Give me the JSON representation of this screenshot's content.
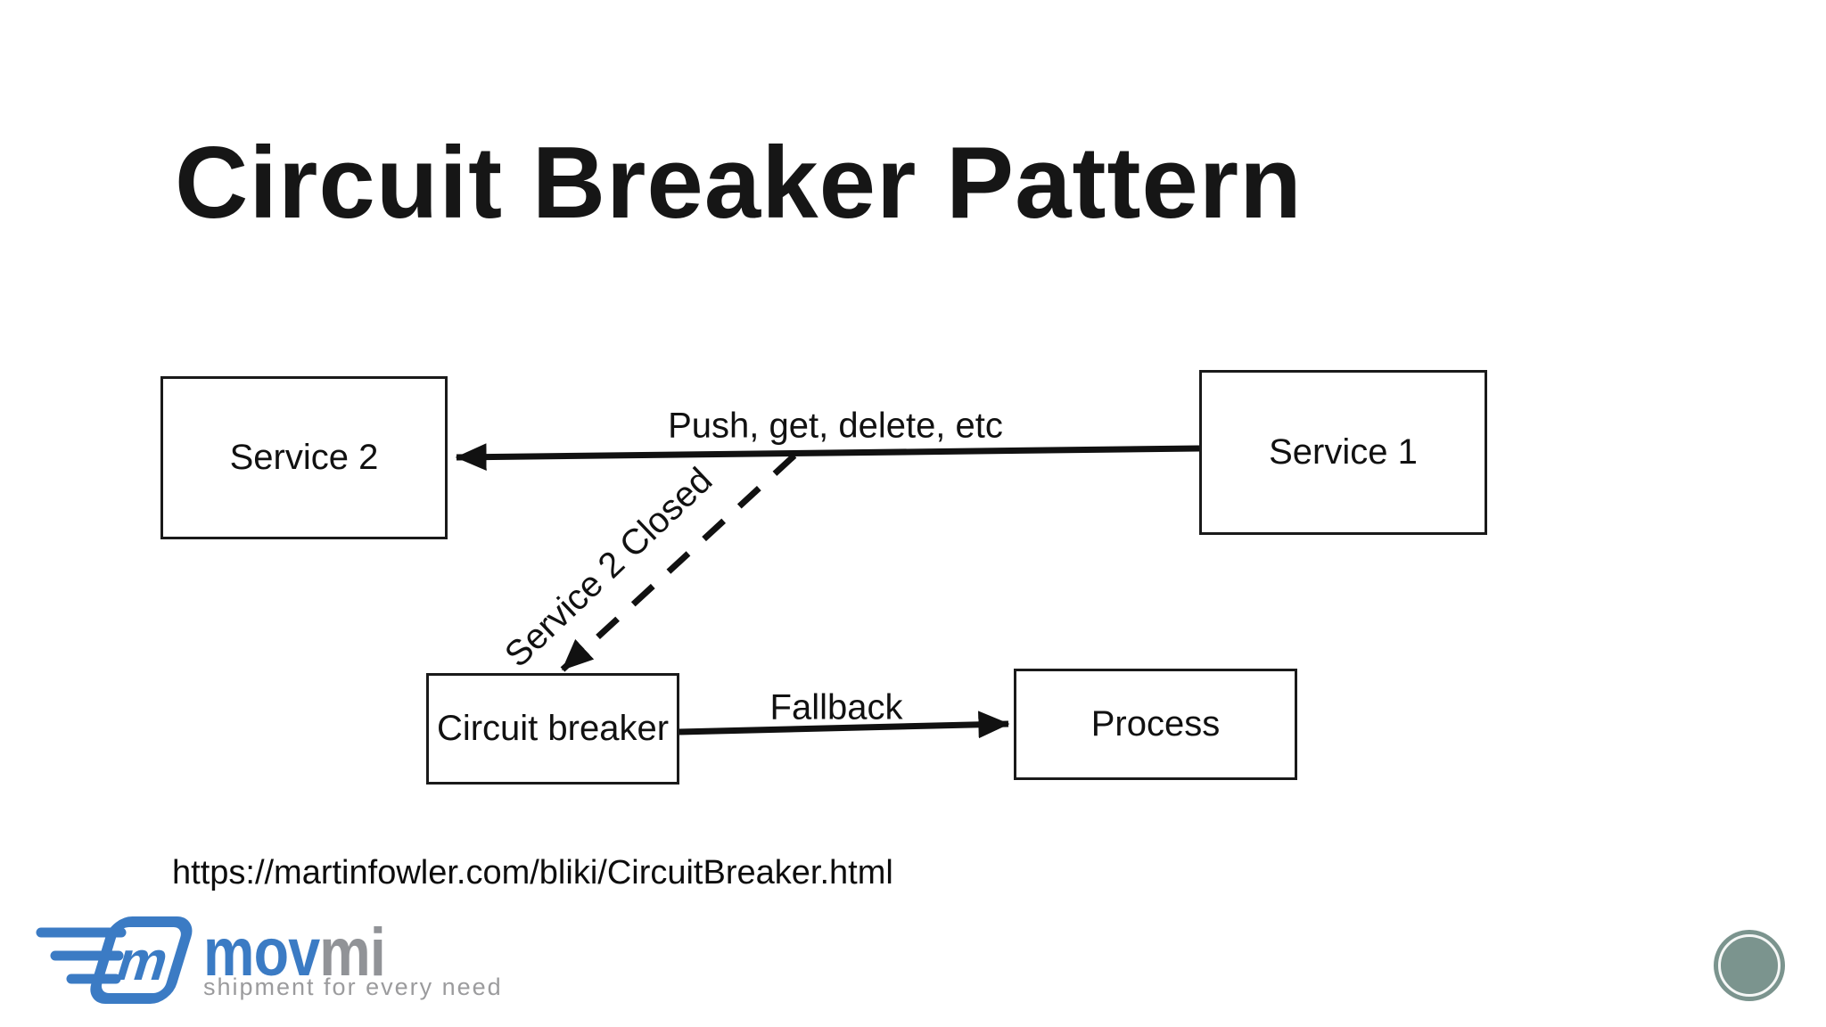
{
  "slide": {
    "title": "Circuit Breaker Pattern",
    "reference_url": "https://martinfowler.com/bliki/CircuitBreaker.html"
  },
  "diagram": {
    "boxes": [
      {
        "id": "service2",
        "label": "Service 2"
      },
      {
        "id": "service1",
        "label": "Service 1"
      },
      {
        "id": "circuit_breaker",
        "label": "Circuit breaker"
      },
      {
        "id": "process",
        "label": "Process"
      }
    ],
    "arrows": [
      {
        "from": "service1",
        "to": "service2",
        "style": "solid",
        "label": "Push, get, delete, etc"
      },
      {
        "from": "push-line",
        "to": "circuit_breaker",
        "style": "dashed",
        "label": "Service 2 Closed"
      },
      {
        "from": "circuit_breaker",
        "to": "process",
        "style": "solid",
        "label": "Fallback"
      }
    ]
  },
  "branding": {
    "logo_text_primary": "mov",
    "logo_text_secondary": "mi",
    "emblem_letter": "m",
    "tagline": "shipment for every need",
    "colors": {
      "blue": "#3b7bc4",
      "gray": "#919397",
      "tagline_gray": "#9b9b9d"
    }
  },
  "webcam_overlay": {
    "color": "#7b948e"
  }
}
